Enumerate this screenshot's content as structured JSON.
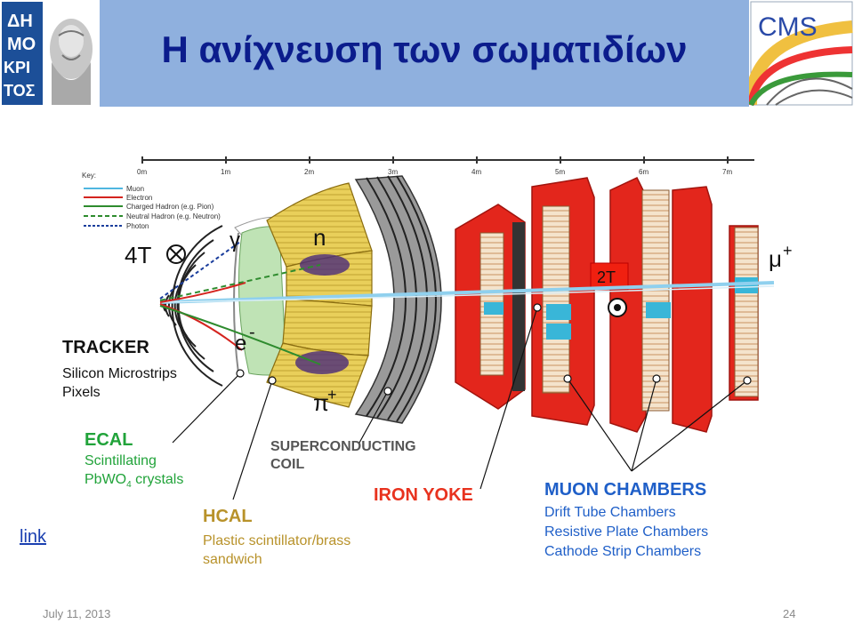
{
  "title": "Η ανίχνευση των σωματιδίων",
  "logo_left_text": [
    "ΔΗ",
    "ΜΟ",
    "ΚΡΙ",
    "ΤΟΣ"
  ],
  "logo_right_text": "CMS",
  "scale": [
    "0m",
    "1m",
    "2m",
    "3m",
    "4m",
    "5m",
    "6m",
    "7m"
  ],
  "key": {
    "heading": "Key:",
    "items": [
      {
        "label": "Muon",
        "color": "#4fb6e0",
        "style": "solid"
      },
      {
        "label": "Electron",
        "color": "#d4241f",
        "style": "solid"
      },
      {
        "label": "Charged Hadron (e.g. Pion)",
        "color": "#2e8b2e",
        "style": "solid"
      },
      {
        "label": "Neutral Hadron (e.g. Neutron)",
        "color": "#2e8b2e",
        "style": "dashed"
      },
      {
        "label": "Photon",
        "color": "#1a3d9c",
        "style": "dashed"
      }
    ]
  },
  "symbols": {
    "field_inner": "4T",
    "field_outer": "2T",
    "gamma": "γ",
    "neutron": "n",
    "electron": "e",
    "pion": "π",
    "muon": "μ",
    "plus": "+",
    "minus": "-"
  },
  "labels": {
    "tracker_title": "TRACKER",
    "tracker_line1": "Silicon Microstrips",
    "tracker_line2": "Pixels",
    "ecal_title": "ECAL",
    "ecal_line1": "Scintillating",
    "ecal_line2a": "PbWO",
    "ecal_line2_sub": "4",
    "ecal_line2b": " crystals",
    "coil_line1": "SUPERCONDUCTING",
    "coil_line2": "COIL",
    "yoke": "IRON YOKE",
    "muon_title": "MUON CHAMBERS",
    "muon_line1": "Drift Tube Chambers",
    "muon_line2": "Resistive Plate Chambers",
    "muon_line3": "Cathode Strip Chambers",
    "hcal_title": "HCAL",
    "hcal_line1": "Plastic scintillator/brass",
    "hcal_line2": "sandwich"
  },
  "colors": {
    "header_bg": "#8fb0de",
    "title": "#0b1c8c",
    "ecal": "#21a33a",
    "hcal": "#b8922a",
    "yoke": "#e8321e",
    "muon": "#1f5fc8",
    "coil": "#555555"
  },
  "link_text": "link",
  "footer_date": "July 11, 2013",
  "footer_page": "24"
}
